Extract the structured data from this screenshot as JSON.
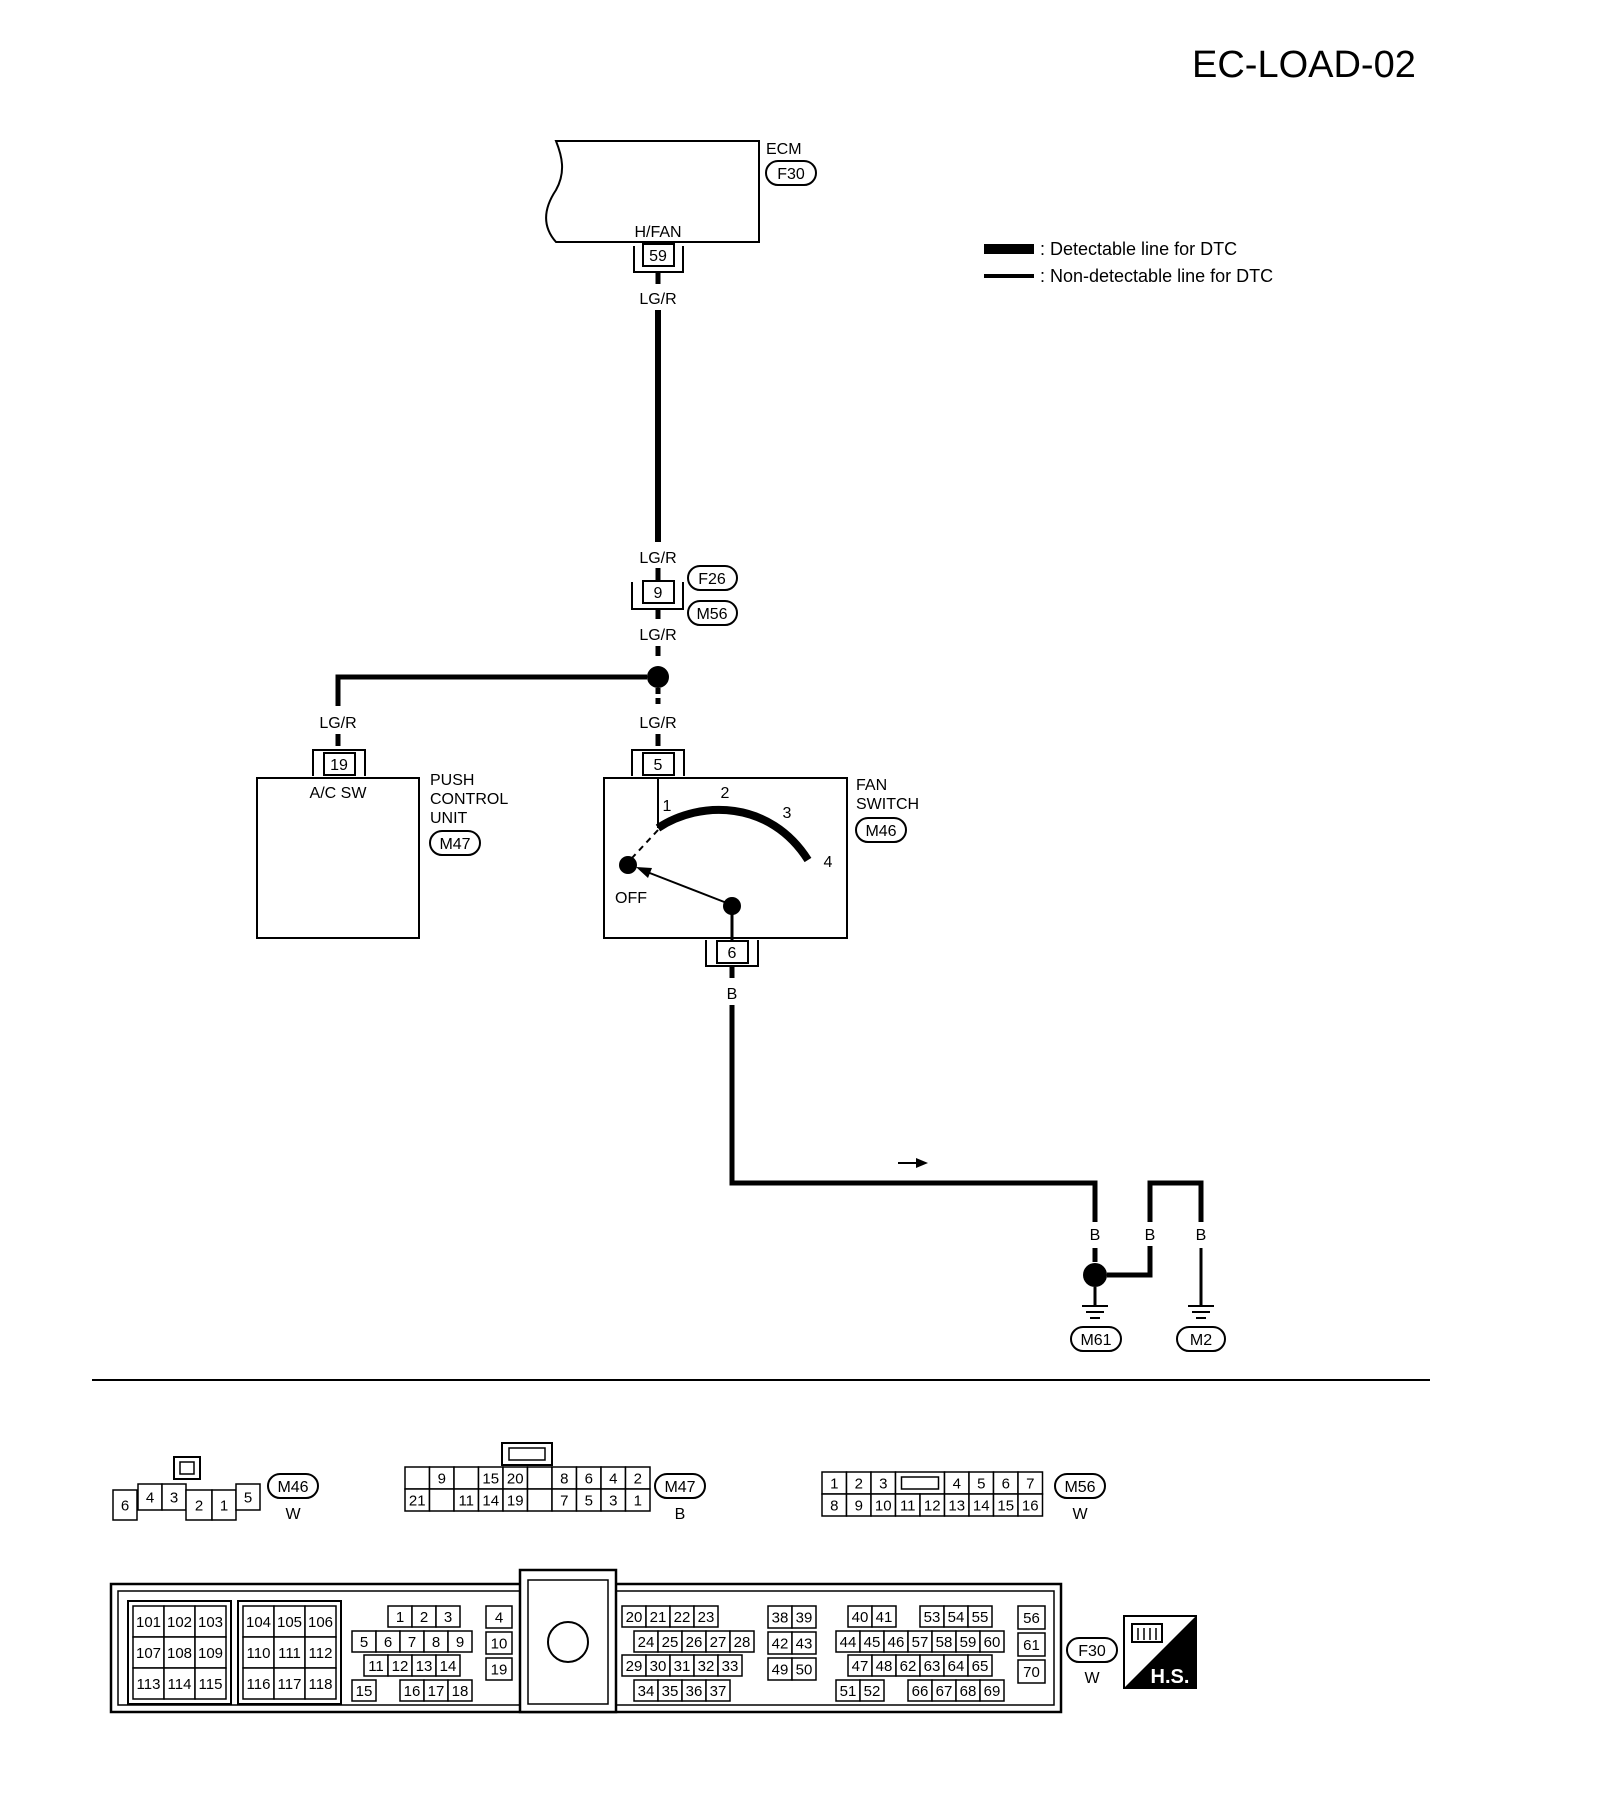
{
  "title": "EC-LOAD-02",
  "legend": {
    "detectable": ": Detectable line for DTC",
    "non_detectable": ": Non-detectable line for DTC"
  },
  "ecm": {
    "name": "ECM",
    "connector": "F30",
    "terminal_label": "H/FAN",
    "terminal": "59"
  },
  "joint": {
    "terminal": "9",
    "connector_top": "F26",
    "connector_bottom": "M56"
  },
  "push_control_unit": {
    "name_lines": [
      "PUSH",
      "CONTROL",
      "UNIT"
    ],
    "connector": "M47",
    "terminal_label": "A/C SW",
    "terminal": "19"
  },
  "fan_switch": {
    "name_lines": [
      "FAN",
      "SWITCH"
    ],
    "connector": "M46",
    "input_terminal": "5",
    "output_terminal": "6",
    "positions": [
      "1",
      "2",
      "3",
      "4"
    ],
    "off_label": "OFF"
  },
  "wires": {
    "lg_r": "LG/R",
    "b": "B"
  },
  "grounds": [
    "M61",
    "M2"
  ],
  "connector_views": {
    "m46": {
      "id": "M46",
      "color": "W",
      "cells": [
        "6",
        "4",
        "3",
        "2",
        "1",
        "5"
      ]
    },
    "m47": {
      "id": "M47",
      "color": "B",
      "top": [
        "",
        "9",
        "",
        "15",
        "20",
        "",
        "8",
        "6",
        "4",
        "2"
      ],
      "bottom": [
        "21",
        "",
        "11",
        "14",
        "19",
        "",
        "7",
        "5",
        "3",
        "1"
      ]
    },
    "m56": {
      "id": "M56",
      "color": "W",
      "top": [
        "1",
        "2",
        "3",
        "4",
        "5",
        "6",
        "7"
      ],
      "bottom": [
        "8",
        "9",
        "10",
        "11",
        "12",
        "13",
        "14",
        "15",
        "16"
      ]
    },
    "f30": {
      "id": "F30",
      "color": "W",
      "g1": [
        [
          "101",
          "102",
          "103"
        ],
        [
          "107",
          "108",
          "109"
        ],
        [
          "113",
          "114",
          "115"
        ]
      ],
      "g2": [
        [
          "104",
          "105",
          "106"
        ],
        [
          "110",
          "111",
          "112"
        ],
        [
          "116",
          "117",
          "118"
        ]
      ],
      "g3": [
        [
          "1",
          "2",
          "3"
        ],
        [
          "5",
          "6",
          "7",
          "8",
          "9"
        ],
        [
          "11",
          "12",
          "13",
          "14"
        ],
        [
          "15",
          "16",
          "17",
          "18"
        ]
      ],
      "g4": [
        "4",
        "10",
        "19"
      ],
      "g5": [
        [
          "20",
          "21",
          "22",
          "23"
        ],
        [
          "24",
          "25",
          "26",
          "27",
          "28"
        ],
        [
          "29",
          "30",
          "31",
          "32",
          "33"
        ],
        [
          "34",
          "35",
          "36",
          "37"
        ]
      ],
      "g6": [
        [
          "38",
          "39"
        ],
        [
          "42",
          "43"
        ],
        [
          "49",
          "50"
        ]
      ],
      "g7": [
        [
          "40",
          "41",
          "53",
          "54",
          "55"
        ],
        [
          "44",
          "45",
          "46",
          "57",
          "58",
          "59",
          "60"
        ],
        [
          "47",
          "48",
          "62",
          "63",
          "64",
          "65"
        ],
        [
          "51",
          "52",
          "66",
          "67",
          "68",
          "69"
        ]
      ],
      "g8": [
        "56",
        "61",
        "70"
      ]
    }
  },
  "hs_badge": "H.S."
}
